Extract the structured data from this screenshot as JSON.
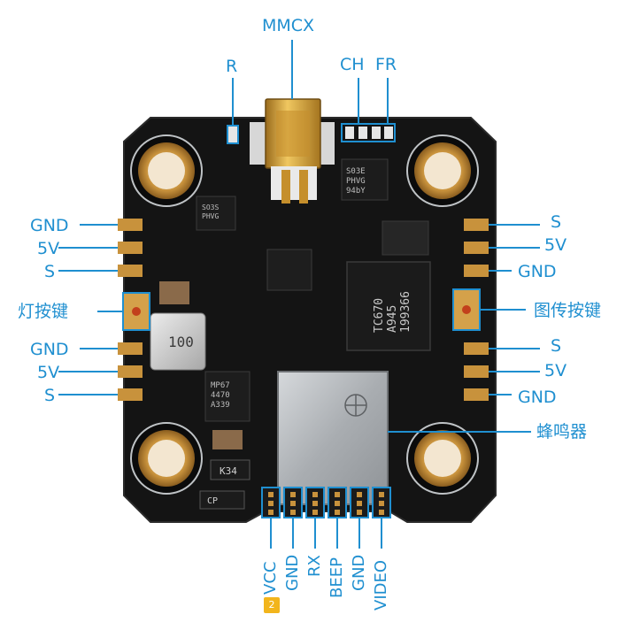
{
  "colors": {
    "label": "#1f8fd0",
    "leader": "#1f8fd0",
    "board": "#141414",
    "gold": "#c8923c",
    "shield": "#b9bcc0"
  },
  "top_labels": {
    "mmcx": "MMCX",
    "r": "R",
    "ch": "CH",
    "fr": "FR"
  },
  "left_labels": [
    {
      "key": "gnd1",
      "text": "GND"
    },
    {
      "key": "v5a",
      "text": "5V"
    },
    {
      "key": "s1",
      "text": "S"
    },
    {
      "key": "led_button",
      "text": "灯按键"
    },
    {
      "key": "gnd2",
      "text": "GND"
    },
    {
      "key": "v5b",
      "text": "5V"
    },
    {
      "key": "s2",
      "text": "S"
    }
  ],
  "right_labels": [
    {
      "key": "s1",
      "text": "S"
    },
    {
      "key": "v5a",
      "text": "5V"
    },
    {
      "key": "gnd1",
      "text": "GND"
    },
    {
      "key": "vtx_button",
      "text": "图传按键"
    },
    {
      "key": "s2",
      "text": "S"
    },
    {
      "key": "v5b",
      "text": "5V"
    },
    {
      "key": "gnd2",
      "text": "GND"
    },
    {
      "key": "buzzer",
      "text": "蜂鸣器"
    }
  ],
  "bottom_labels": [
    {
      "key": "vcc",
      "text": "VCC"
    },
    {
      "key": "gnd",
      "text": "GND"
    },
    {
      "key": "rx",
      "text": "RX"
    },
    {
      "key": "beep",
      "text": "BEEP"
    },
    {
      "key": "gnd2",
      "text": "GND"
    },
    {
      "key": "video",
      "text": "VIDEO"
    }
  ],
  "chip_markings": {
    "ic_top_right": "S03E\nPHVG\n94bY",
    "ic_main": "TC670\nA945\n199366",
    "inductor": "100",
    "mp_chip": "MP67\n4470\nA339",
    "diode": "K34",
    "cp": "CP",
    "sot_left": "SO3S\nPHVG"
  },
  "badge": "2"
}
